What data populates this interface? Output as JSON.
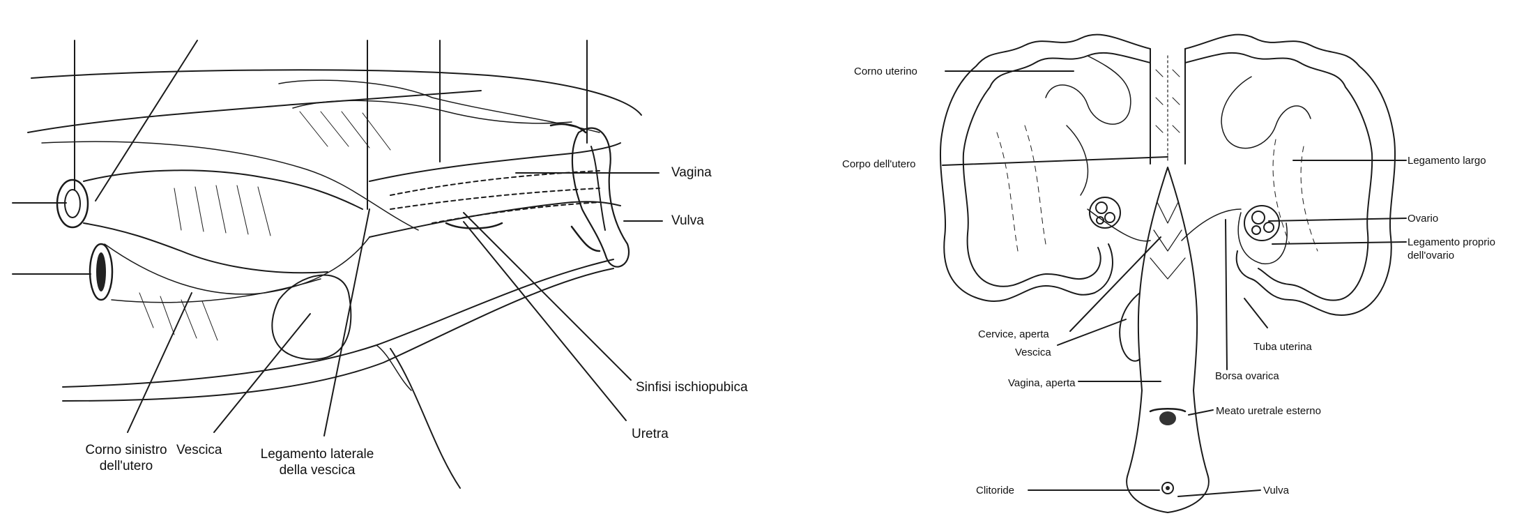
{
  "left_figure": {
    "labels": {
      "vagina": "Vagina",
      "vulva": "Vulva",
      "sinfisi": "Sinfisi ischiopubica",
      "uretra": "Uretra",
      "corno_1": "Corno sinistro",
      "corno_2": "dell'utero",
      "vescica": "Vescica",
      "legamento_1": "Legamento laterale",
      "legamento_2": "della vescica"
    }
  },
  "right_figure": {
    "labels": {
      "corno_uterino": "Corno uterino",
      "corpo_utero": "Corpo dell'utero",
      "legamento_largo": "Legamento largo",
      "ovario": "Ovario",
      "legamento_proprio_1": "Legamento proprio",
      "legamento_proprio_2": "dell'ovario",
      "cervice": "Cervice, aperta",
      "vescica": "Vescica",
      "tuba": "Tuba uterina",
      "borsa": "Borsa ovarica",
      "vagina": "Vagina, aperta",
      "meato": "Meato uretrale esterno",
      "clitoride": "Clitoride",
      "vulva": "Vulva"
    }
  }
}
